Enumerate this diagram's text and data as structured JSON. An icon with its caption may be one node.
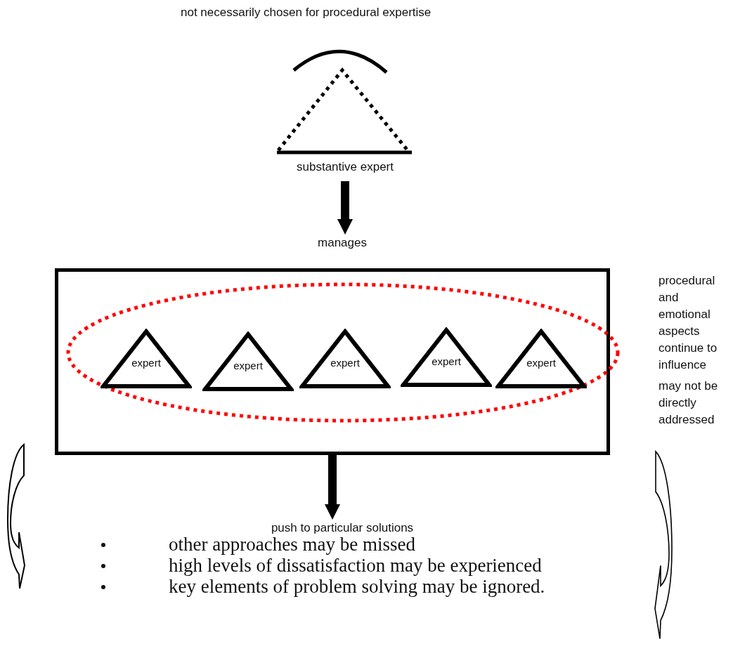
{
  "diagram": {
    "nodes": [
      {
        "text": [
          "substantive expert"
        ]
      },
      {
        "text": [
          "manages"
        ]
      },
      {
        "text": [],
        "shape": "box"
      },
      {
        "text": [],
        "shape": "ellipse",
        "in": 2
      },
      {
        "text": [
          "expert"
        ],
        "in": 3
      },
      {
        "text": [
          "expert"
        ],
        "in": 3
      },
      {
        "text": [
          "expert"
        ],
        "in": 3
      },
      {
        "text": [
          "expert"
        ],
        "in": 3
      },
      {
        "text": [
          "expert"
        ],
        "in": 3
      },
      {
        "text": [
          "push to particular solutions"
        ]
      }
    ],
    "edges": [
      {
        "from": 0,
        "to": 1,
        "arrow": "to"
      },
      {
        "from": 2,
        "to": 9,
        "arrow": "to"
      }
    ],
    "labels": [
      "not necessarily chosen for procedural expertise",
      "procedural and emotional aspects continue to influence",
      "may not be directly addressed",
      "other approaches may be missed",
      "high levels of dissatisfaction may be experienced",
      "key elements of problem solving may be ignored."
    ]
  }
}
